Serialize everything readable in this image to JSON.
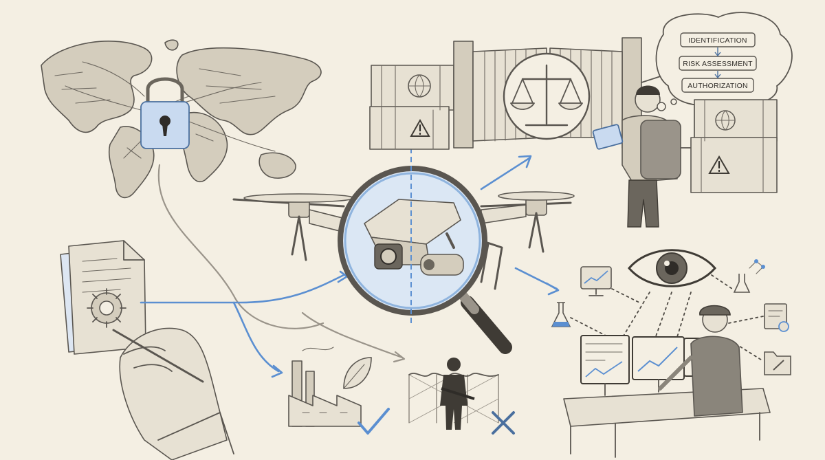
{
  "flowchart": {
    "steps": [
      "IDENTIFICATION",
      "RISK ASSESSMENT",
      "AUTHORIZATION"
    ]
  },
  "colors": {
    "paper": "#f4efe3",
    "ink": "#5a5650",
    "accent_blue": "#5b8fd1",
    "approve": "#5b8fd1",
    "deny": "#4a6f9e"
  },
  "icons": [
    "world-map",
    "padlock-icon",
    "document-gear-icon",
    "hand-with-pen",
    "magnifying-glass-icon",
    "drone",
    "gate",
    "scales-of-justice-icon",
    "shipping-crate",
    "warning-triangle-icon",
    "globe-icon",
    "inspector-with-tablet",
    "eye-icon",
    "monitor-chart-icon",
    "flask-icon",
    "molecule-icon",
    "document-gear-small-icon",
    "folder-wrench-icon",
    "operator-at-workstation",
    "factory-icon",
    "leaf-icon",
    "checkmark-icon",
    "soldier-behind-fence",
    "cross-mark-icon"
  ]
}
